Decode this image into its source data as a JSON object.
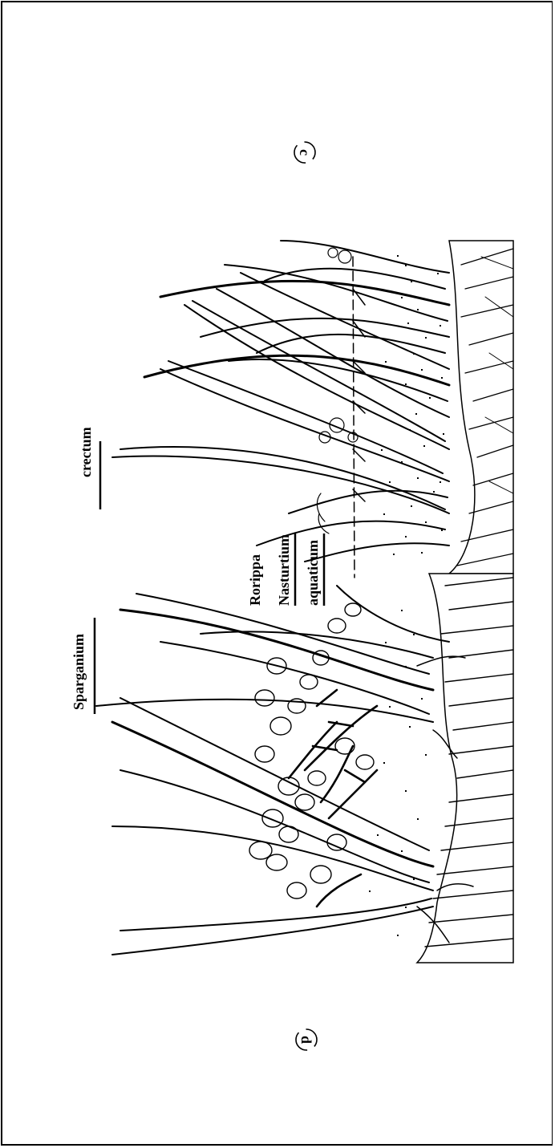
{
  "labels": {
    "crectum": "crectum",
    "sparganium": "Sparganium",
    "rorippa": "Rorippa",
    "nasturtium": "Nasturtium",
    "aquaticum": "aquaticum"
  },
  "panel_marks": {
    "upper": "c",
    "lower": "d"
  },
  "colors": {
    "ink": "#000000",
    "paper": "#ffffff"
  }
}
